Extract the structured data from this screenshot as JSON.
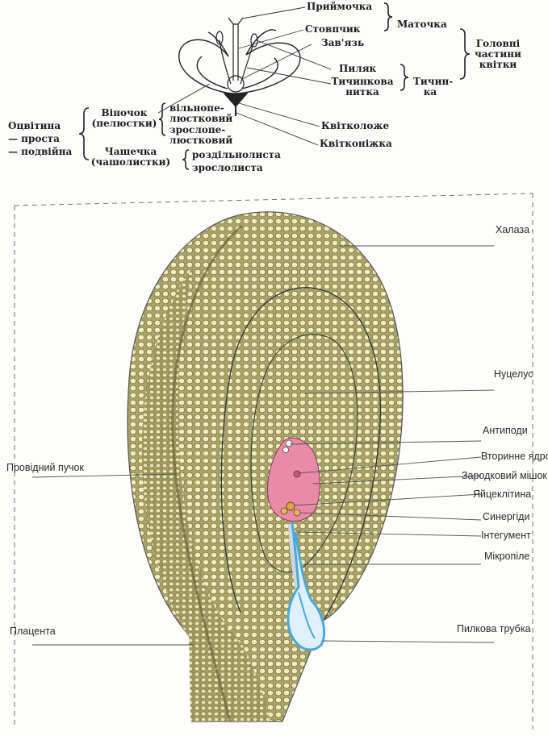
{
  "flower_diagram": {
    "stigma": "Приймочка",
    "style": "Стовпчик",
    "ovary": "Зав'язь",
    "pistil": "Маточка",
    "anther": "Пиляк",
    "filament": "Тичинкова нитка",
    "stamen": "Тичин-ка",
    "main_parts": "Головні частини квітки",
    "receptacle": "Квітколоже",
    "pedicel": "Квітконіжка",
    "perianth": "Оцвітина",
    "perianth_simple": "— проста",
    "perianth_double": "— подвійна",
    "corolla": "Віночок (пелюстки)",
    "corolla_free": "вільнопе-люстковий",
    "corolla_fused": "зрослопе-люстковий",
    "calyx": "Чашечка (чашолистки)",
    "calyx_free": "роздільнолиста",
    "calyx_fused": "зрослолиста"
  },
  "ovule_diagram": {
    "labels": {
      "chalaza": "Халаза",
      "nucellus": "Нуцелус",
      "antipodals": "Антиподи",
      "secondary_nucleus": "Вторинне ядро",
      "embryo_sac": "Зародковий мішок",
      "egg_cell": "Яйцеклітина",
      "synergids": "Синергіди",
      "integument": "Інтегумент",
      "micropyle": "Мікропіле",
      "vascular_bundle": "Провідний пучок",
      "placenta": "Плацента",
      "pollen_tube": "Пилкова трубка"
    }
  },
  "colors": {
    "tissue_fill": "#a9a46a",
    "cell_fill": "#f3ecbd",
    "cell_outline": "#6f6a3a",
    "embryo_sac": "#e98aa8",
    "pollen_tube": "#4aa8dc",
    "leader_line": "#555555"
  }
}
